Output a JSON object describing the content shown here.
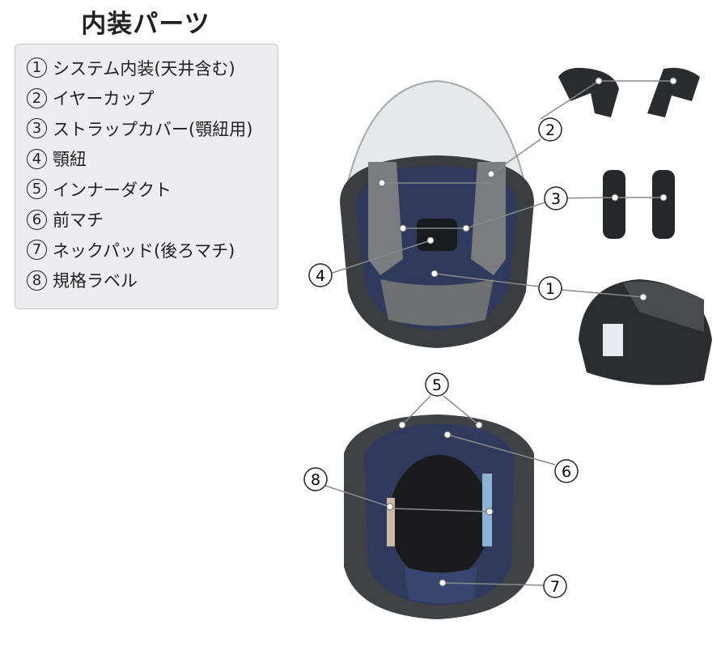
{
  "title": "内装パーツ",
  "legend": [
    {
      "num": "1",
      "label": "システム内装(天井含む)"
    },
    {
      "num": "2",
      "label": "イヤーカップ"
    },
    {
      "num": "3",
      "label": "ストラップカバー(顎紐用)"
    },
    {
      "num": "4",
      "label": "顎紐"
    },
    {
      "num": "5",
      "label": "インナーダクト"
    },
    {
      "num": "6",
      "label": "前マチ"
    },
    {
      "num": "7",
      "label": "ネックパッド(後ろマチ)"
    },
    {
      "num": "8",
      "label": "規格ラベル"
    }
  ],
  "callouts": [
    "1",
    "2",
    "3",
    "4",
    "5",
    "6",
    "7",
    "8"
  ]
}
